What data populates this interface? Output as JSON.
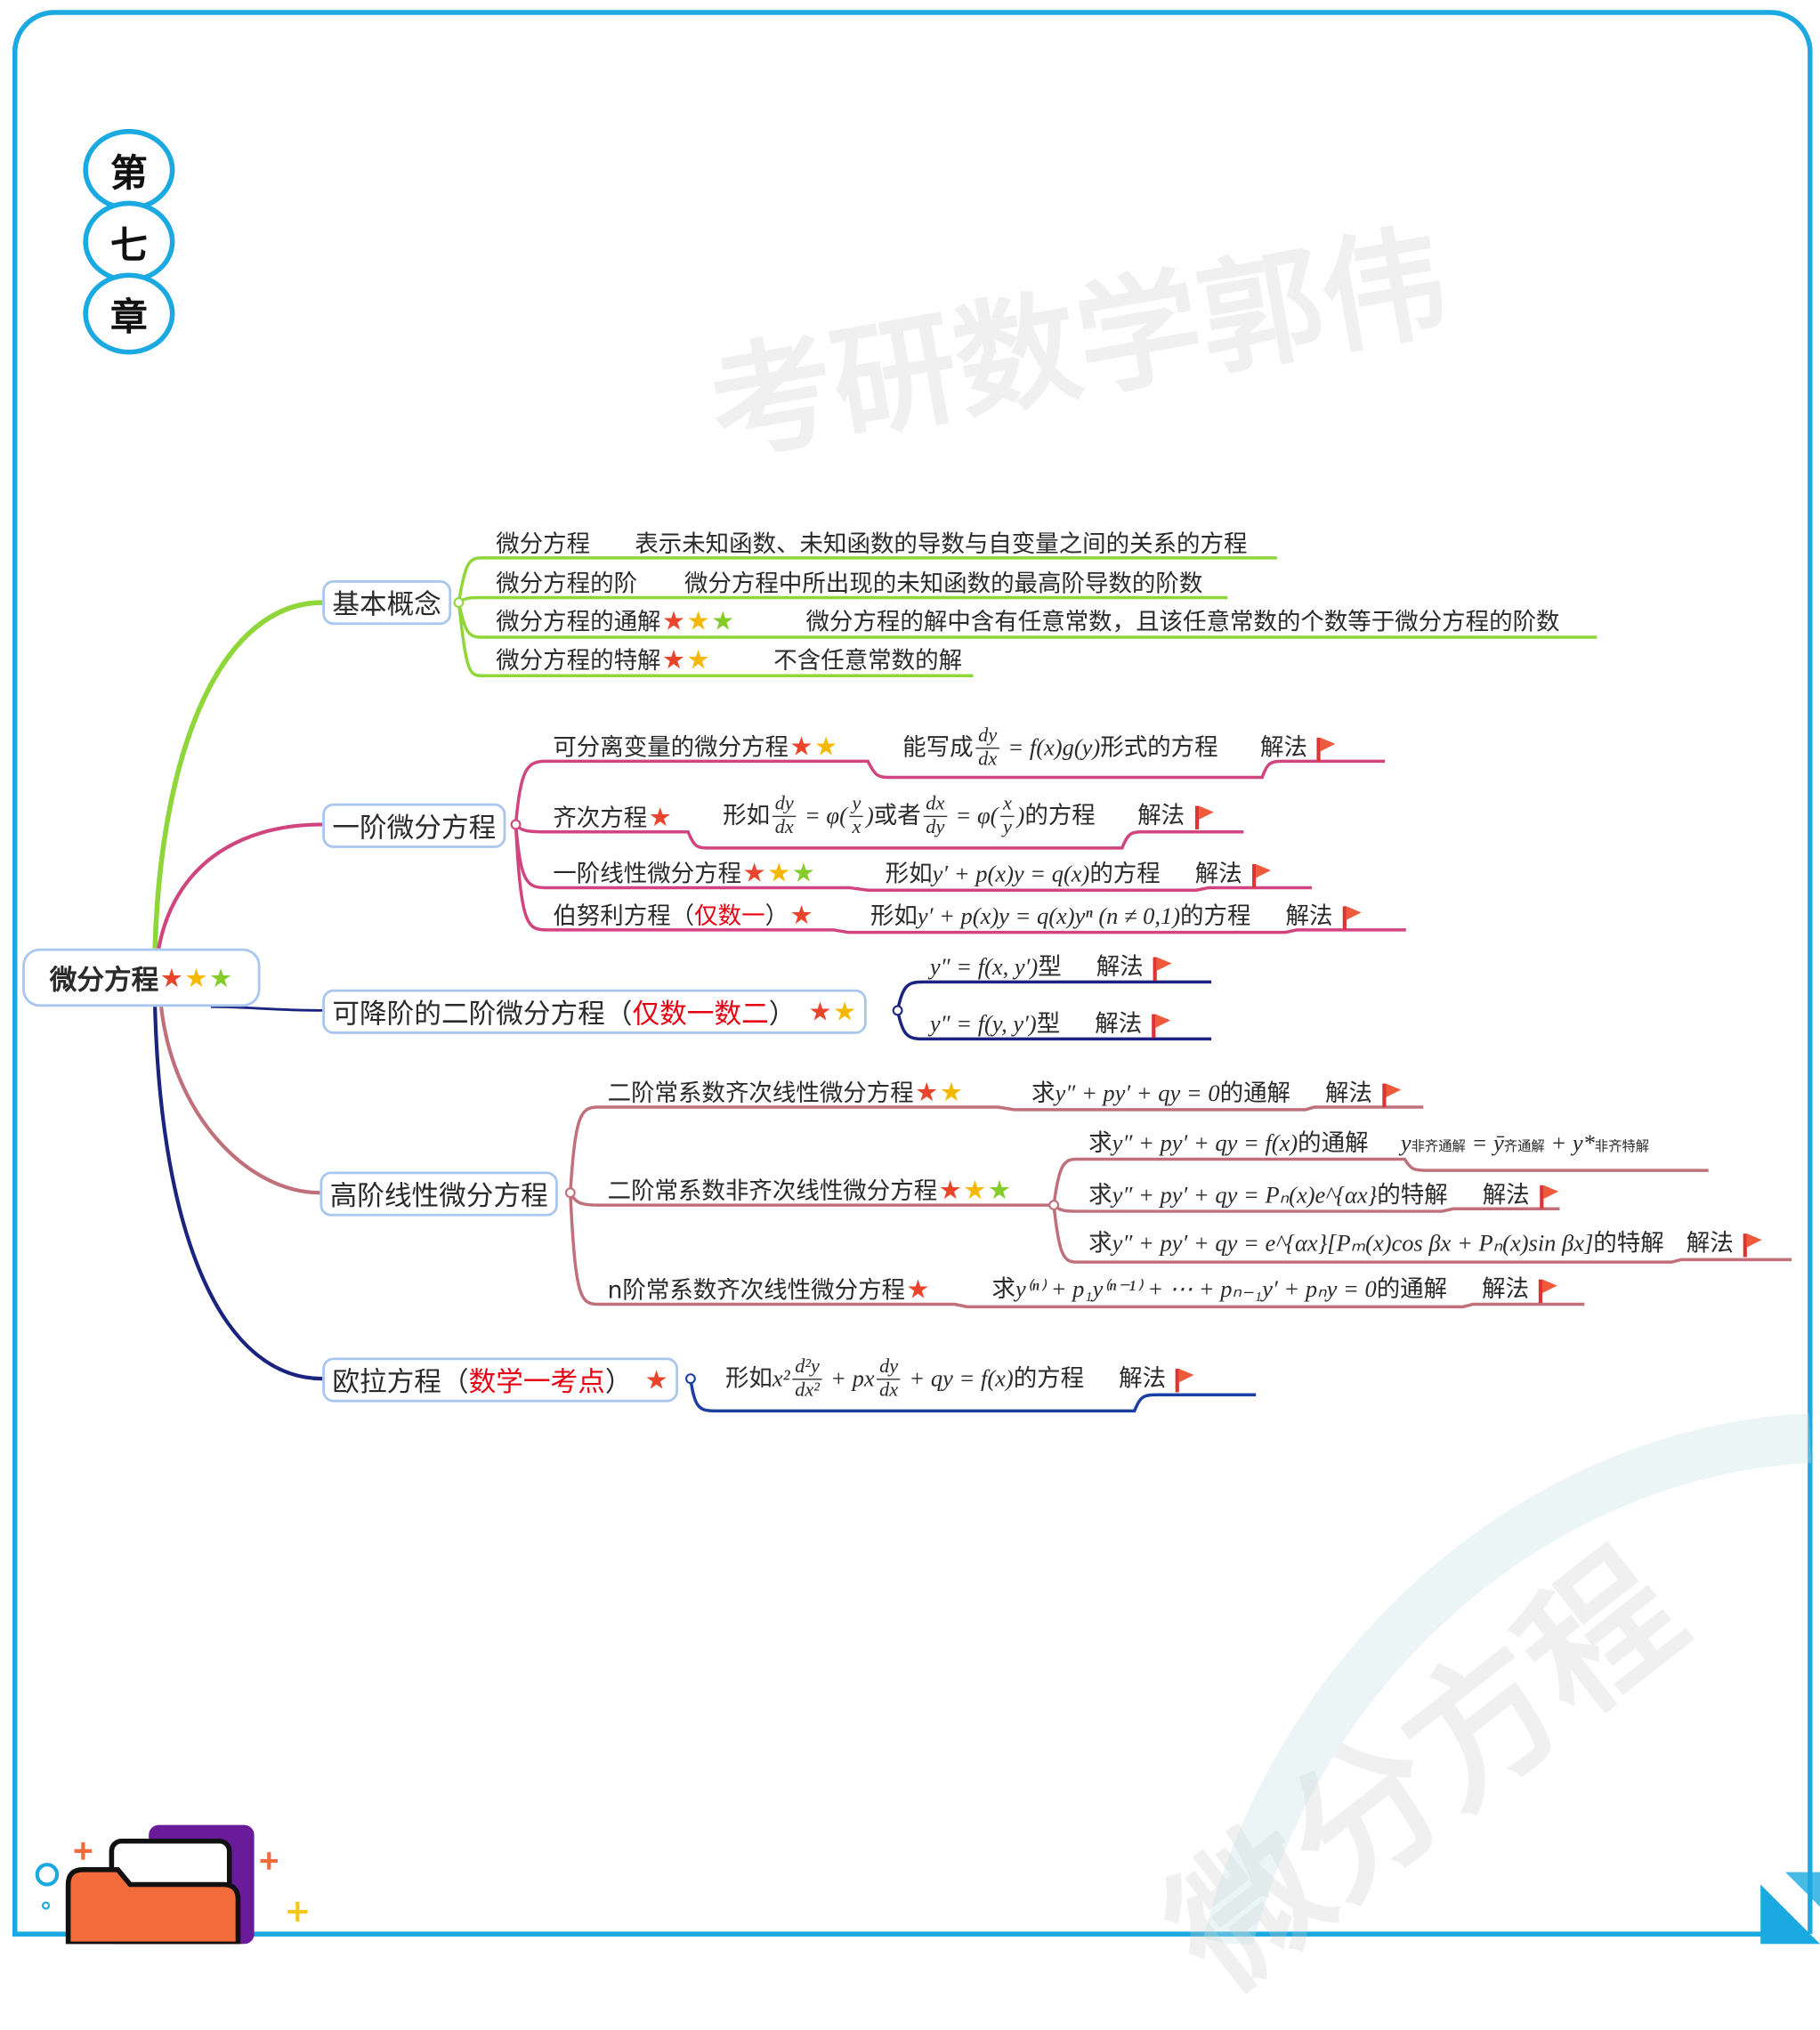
{
  "chapter": [
    "第",
    "七",
    "章"
  ],
  "watermarks": [
    "考研数学郭伟",
    "微分方程"
  ],
  "solution_label": "解法",
  "colors": {
    "frame": "#1aa9e0",
    "basic": "#8fd63a",
    "first_order": "#d0457f",
    "reducible": "#1a237e",
    "higher": "#c0707a",
    "euler": "#1b3fa0",
    "highlight": "#e60012",
    "star_red": "#e8452c",
    "star_yellow": "#f5b800",
    "star_green": "#84cc2a"
  },
  "root": {
    "label": "微分方程",
    "stars": 3
  },
  "basic": {
    "label": "基本概念",
    "items": [
      {
        "term": "微分方程",
        "stars": 0,
        "definition": "表示未知函数、未知函数的导数与自变量之间的关系的方程"
      },
      {
        "term": "微分方程的阶",
        "stars": 0,
        "definition": "微分方程中所出现的未知函数的最高阶导数的阶数"
      },
      {
        "term": "微分方程的通解",
        "stars": 3,
        "definition": "微分方程的解中含有任意常数，且该任意常数的个数等于微分方程的阶数"
      },
      {
        "term": "微分方程的特解",
        "stars": 2,
        "definition": "不含任意常数的解"
      }
    ]
  },
  "first_order": {
    "label": "一阶微分方程",
    "separable": {
      "term": "可分离变量的微分方程",
      "stars": 2,
      "prefix": "能写成",
      "num": "dy",
      "den": "dx",
      "expr": " = f(x)g(y)",
      "suffix": "形式的方程"
    },
    "homogeneous": {
      "term": "齐次方程",
      "stars": 1,
      "prefix": "形如",
      "num1": "dy",
      "den1": "dx",
      "mid1": " = φ(",
      "num2": "y",
      "den2": "x",
      "mid2": ")",
      "or": "或者",
      "num3": "dx",
      "den3": "dy",
      "mid3": " = φ(",
      "num4": "x",
      "den4": "y",
      "mid4": ")",
      "suffix": "的方程"
    },
    "linear": {
      "term": "一阶线性微分方程",
      "stars": 3,
      "prefix": "形如",
      "expr": "y′ + p(x)y = q(x)",
      "suffix": "的方程"
    },
    "bernoulli": {
      "term": "伯努利方程（",
      "note": "仅数一",
      "close": "）",
      "stars": 1,
      "prefix": "形如",
      "expr": "y′ + p(x)y = q(x)yⁿ (n ≠ 0,1)",
      "suffix": "的方程"
    }
  },
  "reducible": {
    "label": "可降阶的二阶微分方程（",
    "note": "仅数一数二",
    "close": "）",
    "stars": 2,
    "items": [
      {
        "expr": "y″ = f(x, y′)",
        "suffix": "型"
      },
      {
        "expr": "y″ = f(y, y′)",
        "suffix": "型"
      }
    ]
  },
  "higher": {
    "label": "高阶线性微分方程",
    "homog2": {
      "term": "二阶常系数齐次线性微分方程",
      "stars": 2,
      "prefix": "求",
      "expr": "y″ + py′ + qy = 0",
      "suffix": "的通解"
    },
    "nonhomog2": {
      "term": "二阶常系数非齐次线性微分方程",
      "stars": 3,
      "general": {
        "prefix": "求",
        "expr": "y″ + py′ + qy = f(x)",
        "suffix": "的通解",
        "y1": "y",
        "s1": "非齐通解",
        "eq": " = ",
        "y2": "ȳ",
        "s2": "齐通解",
        "plus": " + ",
        "y3": "y*",
        "s3": "非齐特解"
      },
      "case1": {
        "prefix": "求",
        "expr": "y″ + py′ + qy = Pₙ(x)e^{αx}",
        "suffix": "的特解"
      },
      "case2": {
        "prefix": "求",
        "expr": "y″ + py′ + qy = e^{αx}[Pₘ(x)cos βx + Pₙ(x)sin βx]",
        "suffix": "的特解"
      }
    },
    "nth": {
      "term": "n阶常系数齐次线性微分方程",
      "stars": 1,
      "prefix": "求",
      "expr": "y⁽ⁿ⁾ + p₁y⁽ⁿ⁻¹⁾ + ⋯ + pₙ₋₁y′ + pₙy = 0",
      "suffix": "的通解"
    }
  },
  "euler": {
    "label": "欧拉方程（",
    "note": "数学一考点",
    "close": "）",
    "stars": 1,
    "prefix": "形如",
    "x2": "x²",
    "num1": "d²y",
    "den1": "dx²",
    "mid": " + px",
    "num2": "dy",
    "den2": "dx",
    "expr": " + qy = f(x)",
    "suffix": "的方程"
  }
}
